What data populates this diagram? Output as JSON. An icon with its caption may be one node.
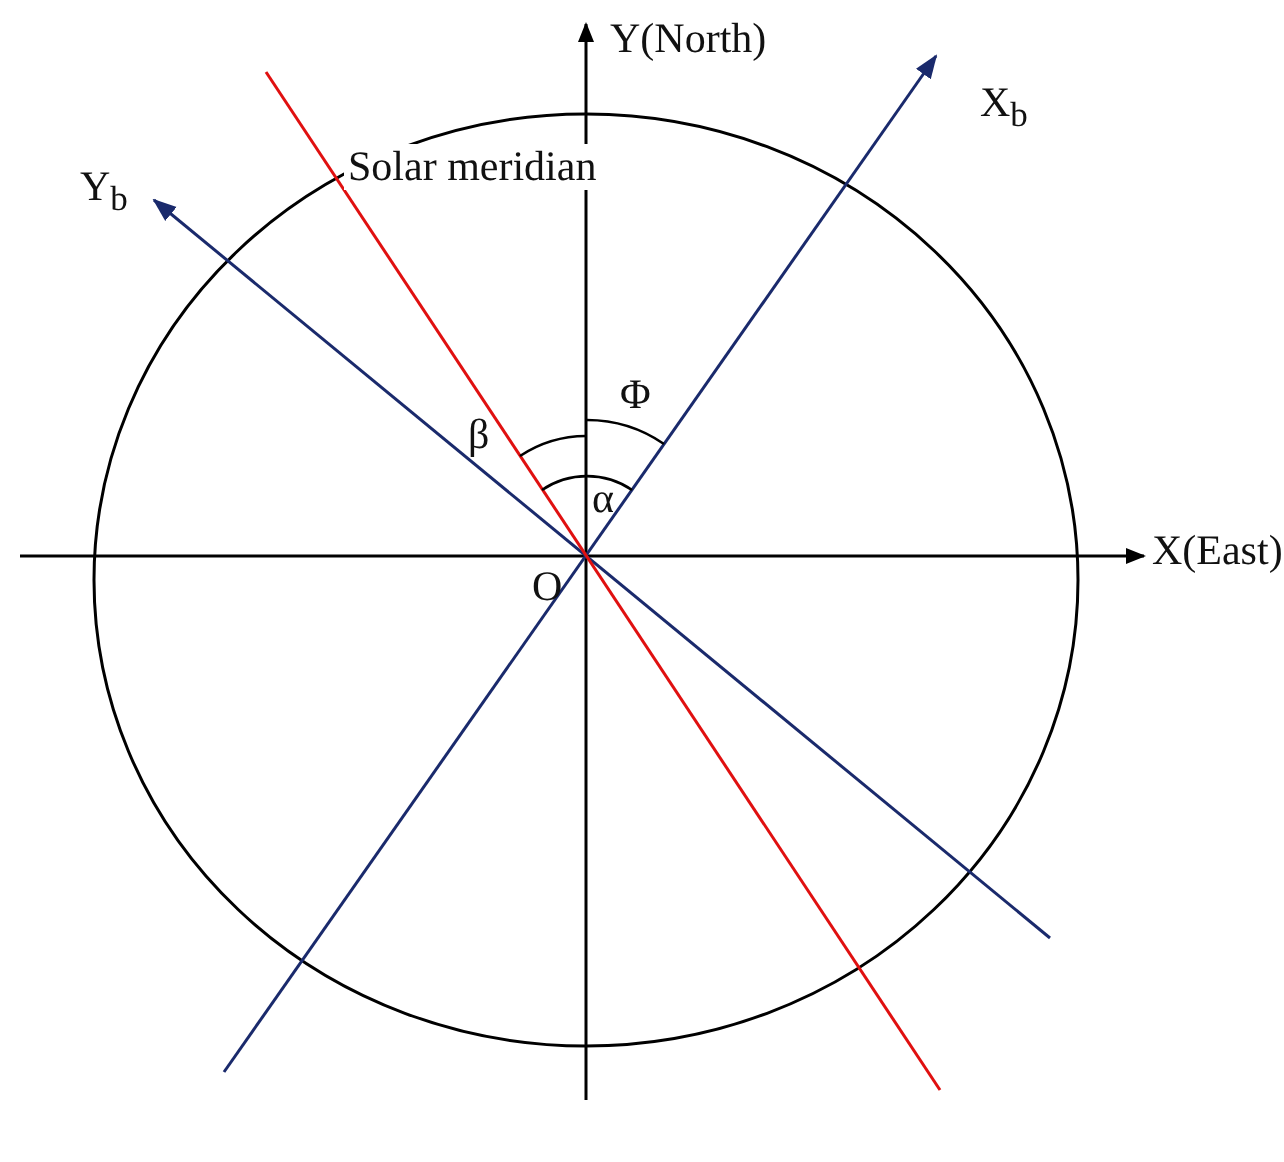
{
  "diagram": {
    "labels": [
      "Y(North)",
      "Solar meridian",
      "X$_{b}$",
      "Y$_{b}$",
      "Φ",
      "β",
      "α",
      "X(East)",
      "O"
    ]
  }
}
